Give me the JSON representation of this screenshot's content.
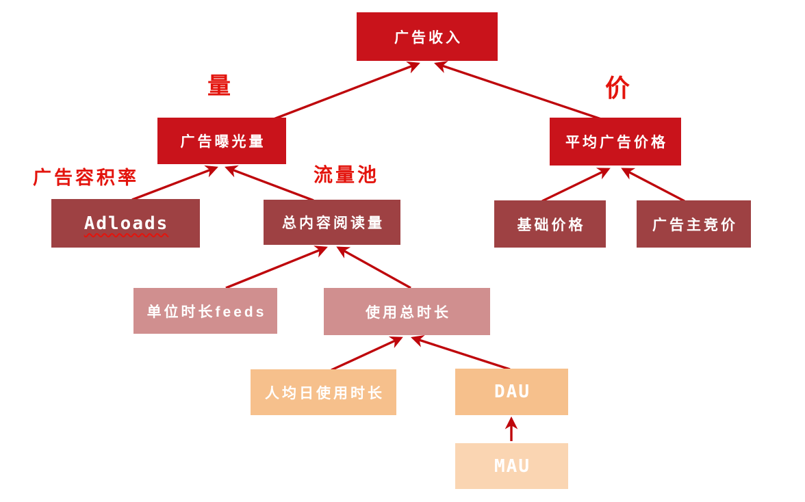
{
  "diagram": {
    "colors": {
      "level1": "#C9131B",
      "level3": "#9E4143",
      "level4": "#D08F8F",
      "level5": "#F6C08C",
      "level6": "#FAD5B2",
      "arrow": "#BE070C",
      "edge_label": "#E3140D",
      "node_text": "#FFFFFF"
    },
    "nodes": {
      "ad_revenue": {
        "label": "广告收入"
      },
      "ad_impressions": {
        "label": "广告曝光量"
      },
      "avg_ad_price": {
        "label": "平均广告价格"
      },
      "adloads": {
        "label": "Adloads"
      },
      "total_content_reads": {
        "label": "总内容阅读量"
      },
      "base_price": {
        "label": "基础价格"
      },
      "advertiser_bid": {
        "label": "广告主竞价"
      },
      "feeds_per_unit_time": {
        "label": "单位时长feeds"
      },
      "total_usage_time": {
        "label": "使用总时长"
      },
      "daily_usage_per_user": {
        "label": "人均日使用时长"
      },
      "dau": {
        "label": "DAU"
      },
      "mau": {
        "label": "MAU"
      }
    },
    "edge_labels": {
      "volume": "量",
      "price": "价",
      "ad_load_ratio": "广告容积率",
      "traffic_pool": "流量池"
    },
    "edges": [
      {
        "from": "ad_impressions",
        "to": "ad_revenue",
        "label": "量"
      },
      {
        "from": "avg_ad_price",
        "to": "ad_revenue",
        "label": "价"
      },
      {
        "from": "adloads",
        "to": "ad_impressions",
        "label": "广告容积率"
      },
      {
        "from": "total_content_reads",
        "to": "ad_impressions",
        "label": "流量池"
      },
      {
        "from": "base_price",
        "to": "avg_ad_price",
        "label": ""
      },
      {
        "from": "advertiser_bid",
        "to": "avg_ad_price",
        "label": ""
      },
      {
        "from": "feeds_per_unit_time",
        "to": "total_content_reads",
        "label": ""
      },
      {
        "from": "total_usage_time",
        "to": "total_content_reads",
        "label": ""
      },
      {
        "from": "daily_usage_per_user",
        "to": "total_usage_time",
        "label": ""
      },
      {
        "from": "dau",
        "to": "total_usage_time",
        "label": ""
      },
      {
        "from": "mau",
        "to": "dau",
        "label": ""
      }
    ]
  }
}
